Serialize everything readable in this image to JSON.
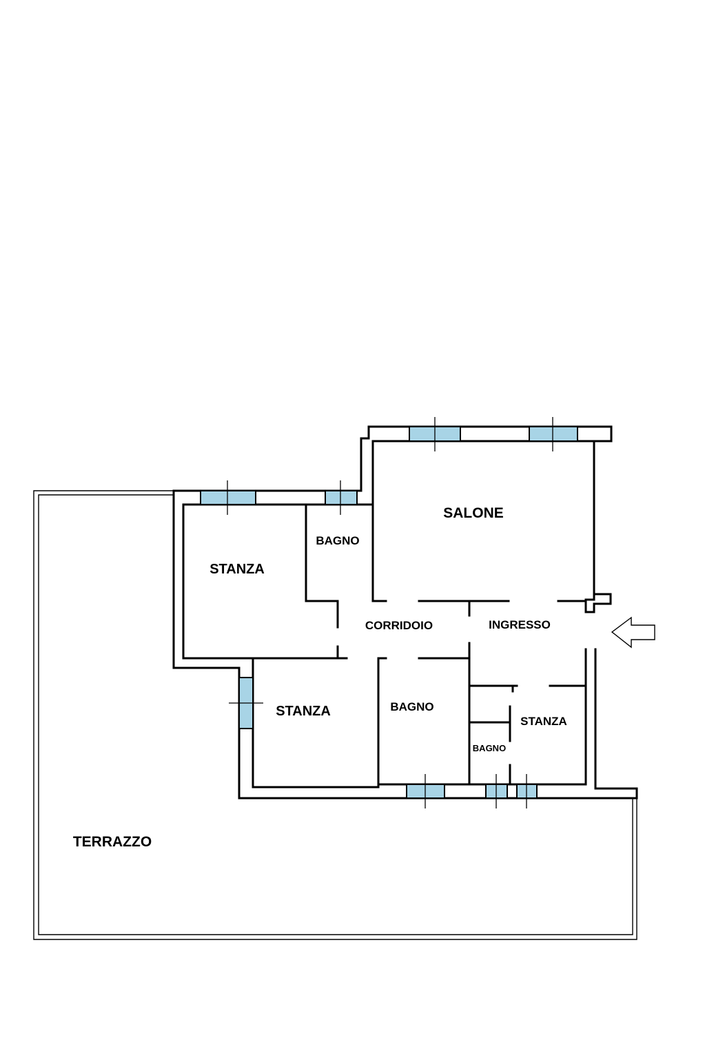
{
  "colors": {
    "background": "#ffffff",
    "walls": "#000000",
    "windows": "#a8d4e6"
  },
  "icons": {
    "entrance": "entrance-arrow-icon"
  },
  "rooms": {
    "salone": "SALONE",
    "bagno_top": "BAGNO",
    "stanza_left": "STANZA",
    "corridoio": "CORRIDOIO",
    "ingresso": "INGRESSO",
    "stanza_middle": "STANZA",
    "bagno_middle": "BAGNO",
    "stanza_right": "STANZA",
    "bagno_small": "BAGNO",
    "terrazzo": "TERRAZZO"
  }
}
